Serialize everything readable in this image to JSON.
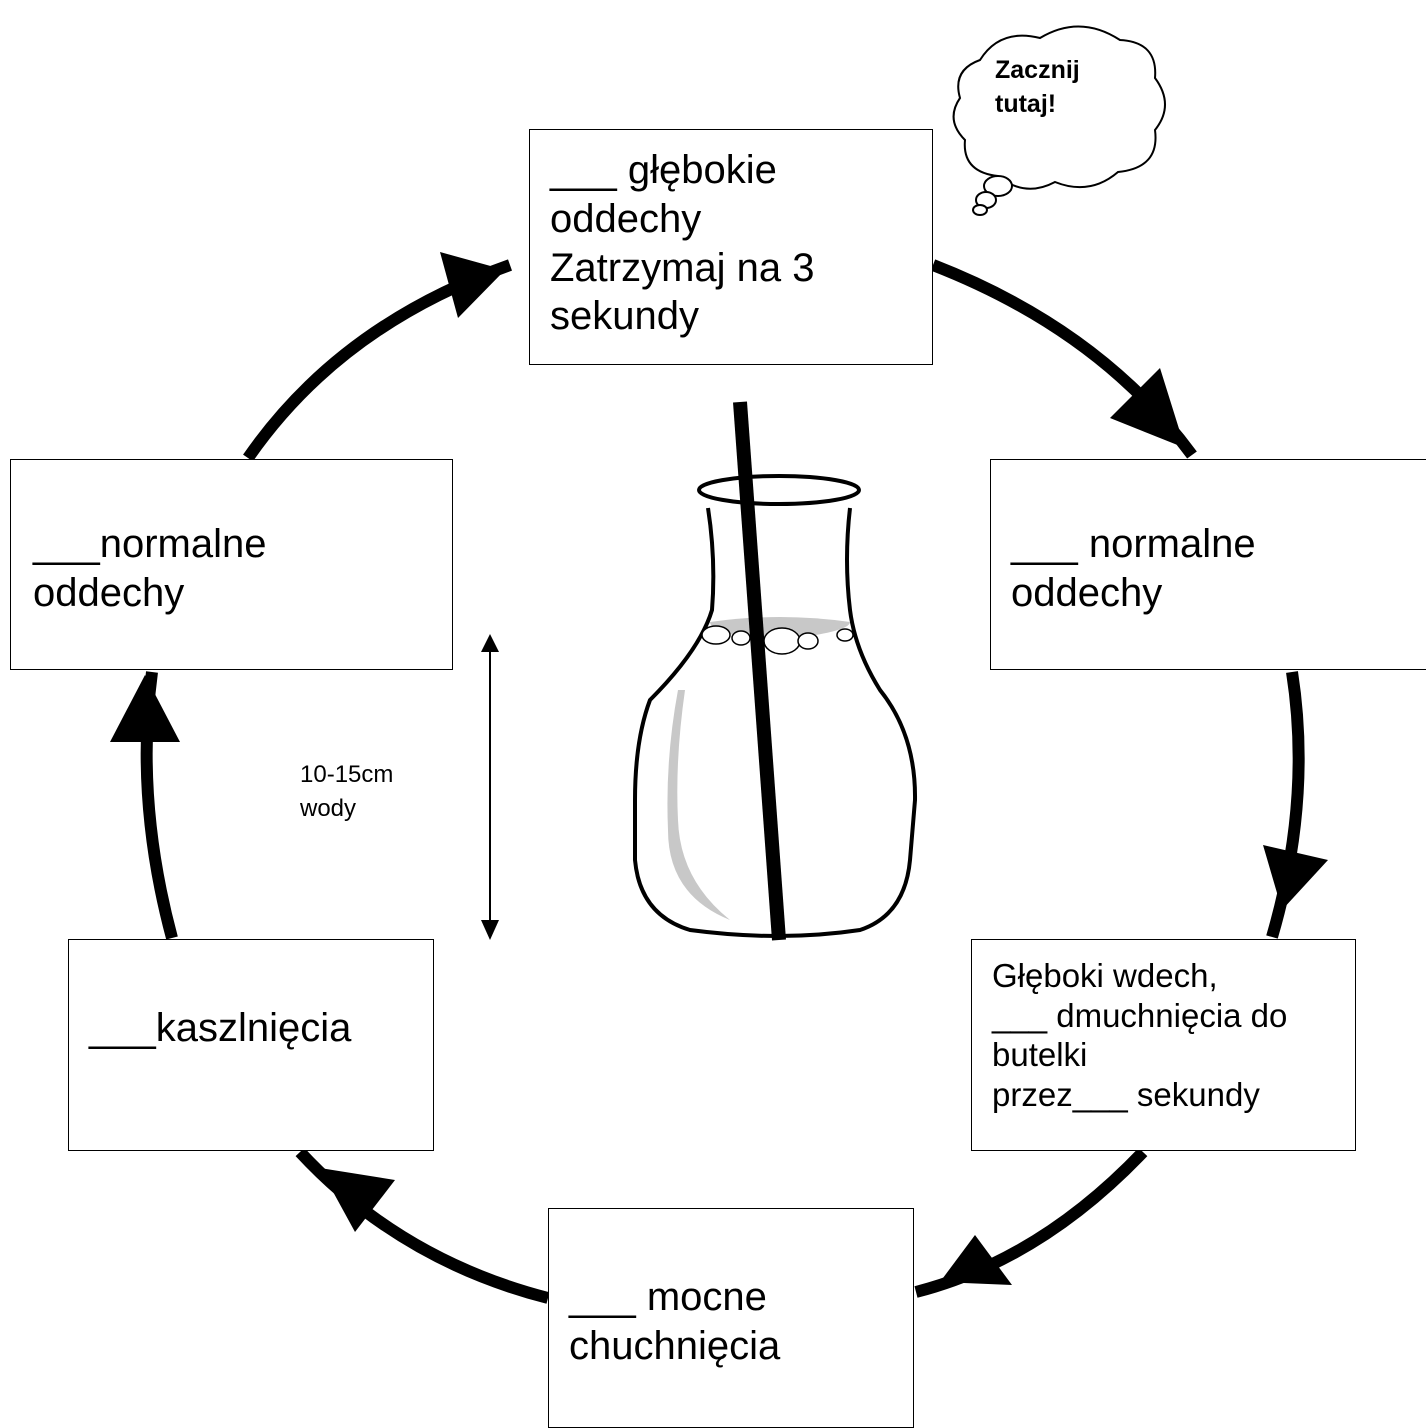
{
  "cycle_steps": [
    {
      "id": "top",
      "text": "___ głębokie\noddechy\nZatrzymaj na 3\nsekundy"
    },
    {
      "id": "right",
      "text": "___ normalne\noddechy"
    },
    {
      "id": "lower_right",
      "text": "Głęboki wdech,\n___ dmuchnięcia do\nbutelki\nprzez___ sekundy"
    },
    {
      "id": "bottom",
      "text": "___ mocne\nchuchnięcia"
    },
    {
      "id": "lower_left",
      "text": "___kaszlnięcia"
    },
    {
      "id": "left",
      "text": "___normalne\noddechy"
    }
  ],
  "start_bubble": {
    "text": "Zacznij\ntutaj!"
  },
  "water_note": {
    "text": "10-15cm\nwody"
  },
  "colors": {
    "stroke": "#000000",
    "water": "#c8c8c8",
    "background": "#ffffff"
  },
  "icons": {
    "arrows": "arrow-icon",
    "bottle": "bottle-icon",
    "straw": "straw-icon",
    "bubble": "thought-bubble-icon"
  }
}
